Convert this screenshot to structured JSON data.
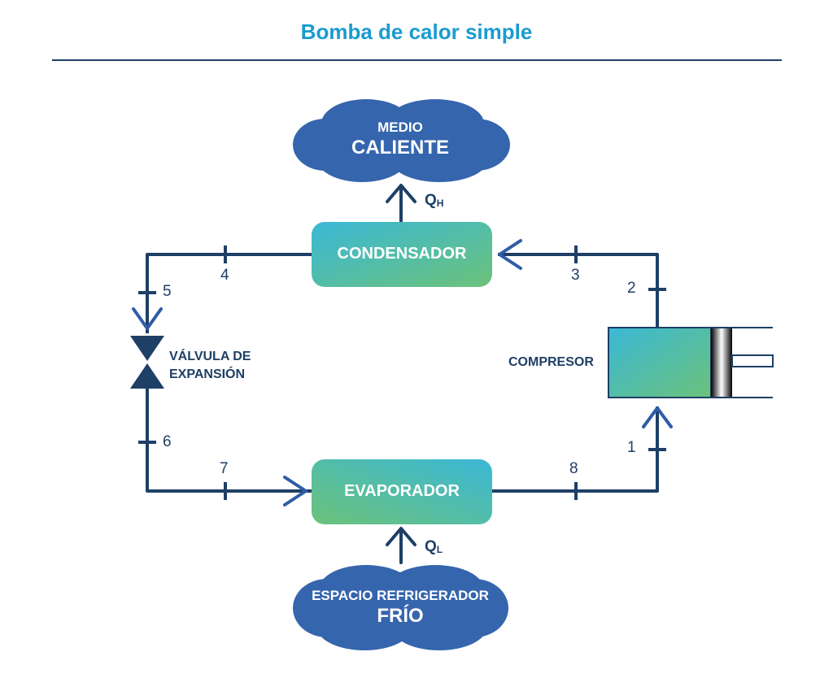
{
  "title": "Bomba de calor simple",
  "hot_medium": {
    "line1": "MEDIO",
    "line2": "CALIENTE"
  },
  "cold_space": {
    "line1": "ESPACIO REFRIGERADOR",
    "line2": "FRÍO"
  },
  "condenser": "CONDENSADOR",
  "evaporator": "EVAPORADOR",
  "compressor": "COMPRESOR",
  "valve": {
    "line1": "VÁLVULA DE",
    "line2": "EXPANSIÓN"
  },
  "q_hot": {
    "letter": "Q",
    "sub": "H"
  },
  "q_cold": {
    "letter": "Q",
    "sub": "L"
  },
  "points": {
    "p1": "1",
    "p2": "2",
    "p3": "3",
    "p4": "4",
    "p5": "5",
    "p6": "6",
    "p7": "7",
    "p8": "8"
  },
  "colors": {
    "title": "#1a9bd0",
    "line": "#1e3f66",
    "cloud": "#3565ad",
    "arrow": "#2f5ca8"
  }
}
